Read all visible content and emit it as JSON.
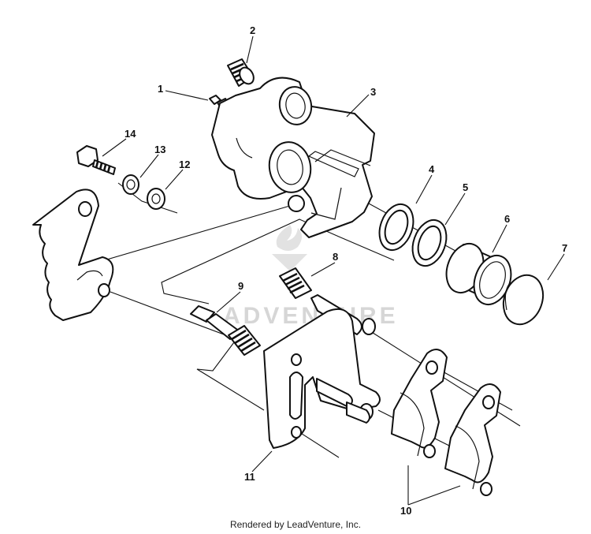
{
  "diagram": {
    "callouts": [
      "1",
      "2",
      "3",
      "4",
      "5",
      "6",
      "7",
      "8",
      "9",
      "10",
      "11",
      "12",
      "13",
      "14"
    ],
    "watermark": "ADVENTURE",
    "footer": "Rendered by LeadVenture, Inc."
  }
}
